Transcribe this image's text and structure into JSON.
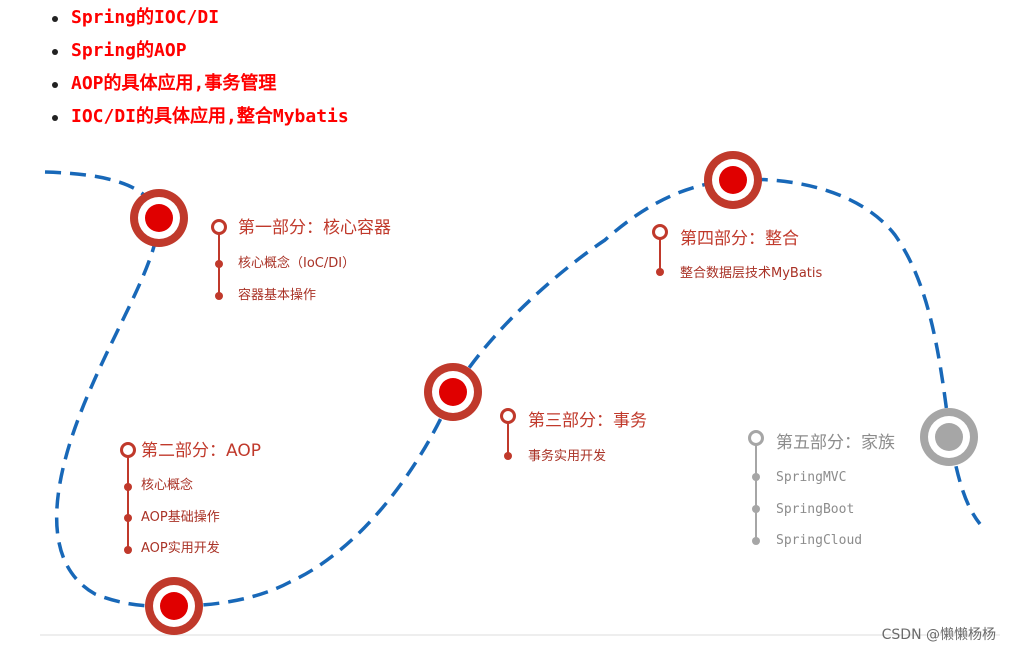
{
  "bullets": [
    "Spring的IOC/DI",
    "Spring的AOP",
    "AOP的具体应用,事务管理",
    "IOC/DI的具体应用,整合Mybatis"
  ],
  "colors": {
    "bullet_text": "#ff0000",
    "path": "#1868b8",
    "node_ring": "#c0392b",
    "node_core": "#e00000",
    "section_title": "#c0392b",
    "section_item": "#a93226",
    "inactive": "#a6a6a6",
    "inactive_text": "#8c8c8c"
  },
  "sections": [
    {
      "title": "第一部分：核心容器",
      "items": [
        "核心概念（IoC/DI）",
        "容器基本操作"
      ],
      "active": true
    },
    {
      "title": "第二部分：AOP",
      "items": [
        "核心概念",
        "AOP基础操作",
        "AOP实用开发"
      ],
      "active": true
    },
    {
      "title": "第三部分：事务",
      "items": [
        "事务实用开发"
      ],
      "active": true
    },
    {
      "title": "第四部分：整合",
      "items": [
        "整合数据层技术MyBatis"
      ],
      "active": true
    },
    {
      "title": "第五部分：家族",
      "items": [
        "SpringMVC",
        "SpringBoot",
        "SpringCloud"
      ],
      "active": false
    }
  ],
  "watermark": "CSDN @懒懒杨杨"
}
